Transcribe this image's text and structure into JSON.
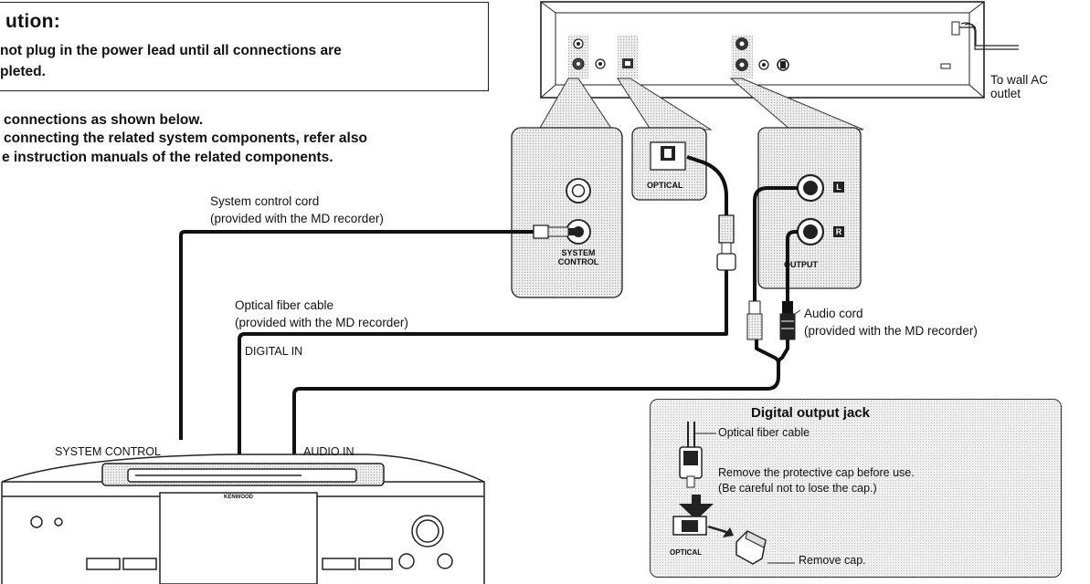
{
  "caution": {
    "title": "ution:",
    "line1": "not plug in the power lead until all connections are",
    "line2": "pleted."
  },
  "instructions": {
    "line1": "connections as shown below.",
    "line2": "connecting the related system components, refer also",
    "line3": "e instruction manuals of the related components."
  },
  "recorder": {
    "wall_ac_line1": "To wall AC",
    "wall_ac_line2": "outlet",
    "system_control_label": "SYSTEM CONTROL",
    "optical_label": "OPTICAL",
    "output_label": "OUTPUT",
    "left_badge": "L",
    "right_badge": "R"
  },
  "cables": {
    "system_control_cord_line1": "System control cord",
    "system_control_cord_line2": "(provided with the MD recorder)",
    "optical_cable_line1": "Optical fiber cable",
    "optical_cable_line2": "(provided with the MD recorder)",
    "audio_cord_line1": "Audio cord",
    "audio_cord_line2": "(provided with the MD recorder)"
  },
  "amplifier": {
    "digital_in": "DIGITAL IN",
    "system_control": "SYSTEM CONTROL",
    "audio_in": "AUDIO IN",
    "brand": "KENWOOD"
  },
  "digital_output_jack": {
    "title": "Digital output jack",
    "cable_label": "Optical fiber cable",
    "note_line1": "Remove the protective cap before use.",
    "note_line2": "(Be careful not to lose the cap.)",
    "optical_label": "OPTICAL",
    "remove_cap": "Remove cap."
  }
}
